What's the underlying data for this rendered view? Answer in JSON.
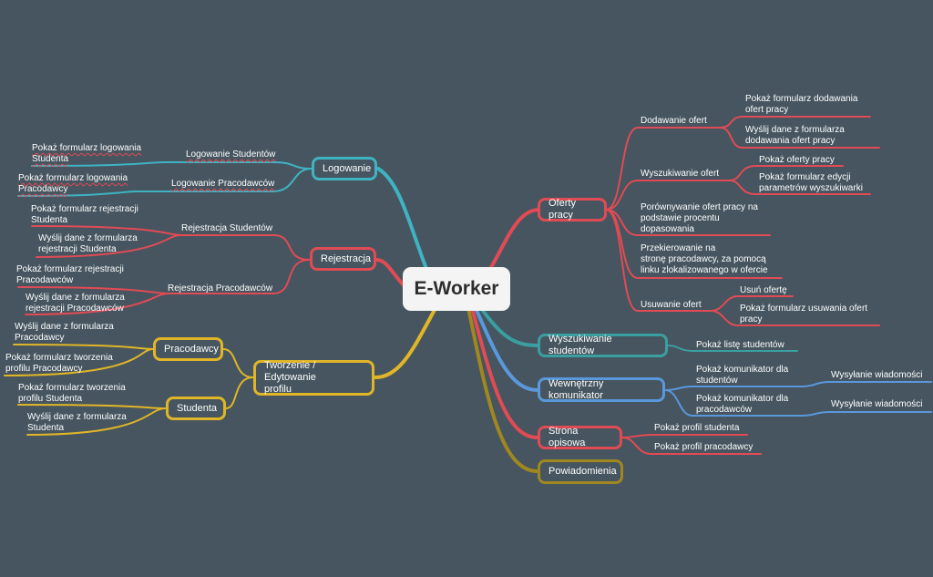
{
  "root": "E-Worker",
  "colors": {
    "bg": "#46555f",
    "teal": "#3fb3c2",
    "red": "#e14b55",
    "yellow": "#e0b628",
    "blue": "#5a98dc",
    "darkteal": "#3a9fa0",
    "olive": "#a08720"
  },
  "branches": {
    "logowanie": {
      "label": "Logowanie",
      "sub": [
        "Logowanie Studentów",
        "Logowanie Pracodawców"
      ],
      "leaves": [
        "Pokaż formularz logowania\nStudenta",
        "Pokaż formularz logowania\nPracodawcy"
      ]
    },
    "rejestracja": {
      "label": "Rejestracja",
      "sub": [
        "Rejestracja Studentów",
        "Rejestracja Pracodawców"
      ],
      "leaves": [
        "Pokaż formularz rejestracji\nStudenta",
        "Wyślij dane z formularza\nrejestracji Studenta",
        "Pokaż formularz rejestracji\nPracodawców",
        "Wyślij dane z formularza\nrejestracji Pracodawców"
      ]
    },
    "tworzenie": {
      "label": "Tworzenie / Edytowanie\nprofilu",
      "sub": [
        "Pracodawcy",
        "Studenta"
      ],
      "leaves": [
        "Wyślij dane z formularza\nPracodawcy",
        "Pokaż formularz tworzenia\nprofilu Pracodawcy",
        "Pokaż formularz tworzenia\nprofilu Studenta",
        "Wyślij dane z formularza\nStudenta"
      ]
    },
    "oferty": {
      "label": "Oferty pracy",
      "sub": [
        "Dodawanie ofert",
        "Wyszukiwanie ofert",
        "Porównywanie ofert pracy na\npodstawie procentu\ndopasowania",
        "Przekierowanie na\nstronę pracodawcy, za pomocą\nlinku zlokalizowanego w ofercie",
        "Usuwanie ofert"
      ],
      "leaves": [
        "Pokaż formularz dodawania\nofert pracy",
        "Wyślij dane z formularza\ndodawania ofert pracy",
        "Pokaż oferty pracy",
        "Pokaż formularz edycji\nparametrów wyszukiwarki",
        "Usuń ofertę",
        "Pokaż formularz usuwania ofert\npracy"
      ]
    },
    "wyszukiwanie": {
      "label": "Wyszukiwanie studentów",
      "leaves": [
        "Pokaż listę studentów"
      ]
    },
    "komunikator": {
      "label": "Wewnętrzny komunikator",
      "sub": [
        "Pokaż komunikator dla\nstudentów",
        "Pokaż komunikator dla\npracodawców"
      ],
      "leaves": [
        "Wysyłanie wiadomości",
        "Wysyłanie wiadomości"
      ]
    },
    "strona": {
      "label": "Strona opisowa",
      "leaves": [
        "Pokaż profil studenta",
        "Pokaż profil pracodawcy"
      ]
    },
    "powiadomienia": {
      "label": "Powiadomienia"
    }
  }
}
